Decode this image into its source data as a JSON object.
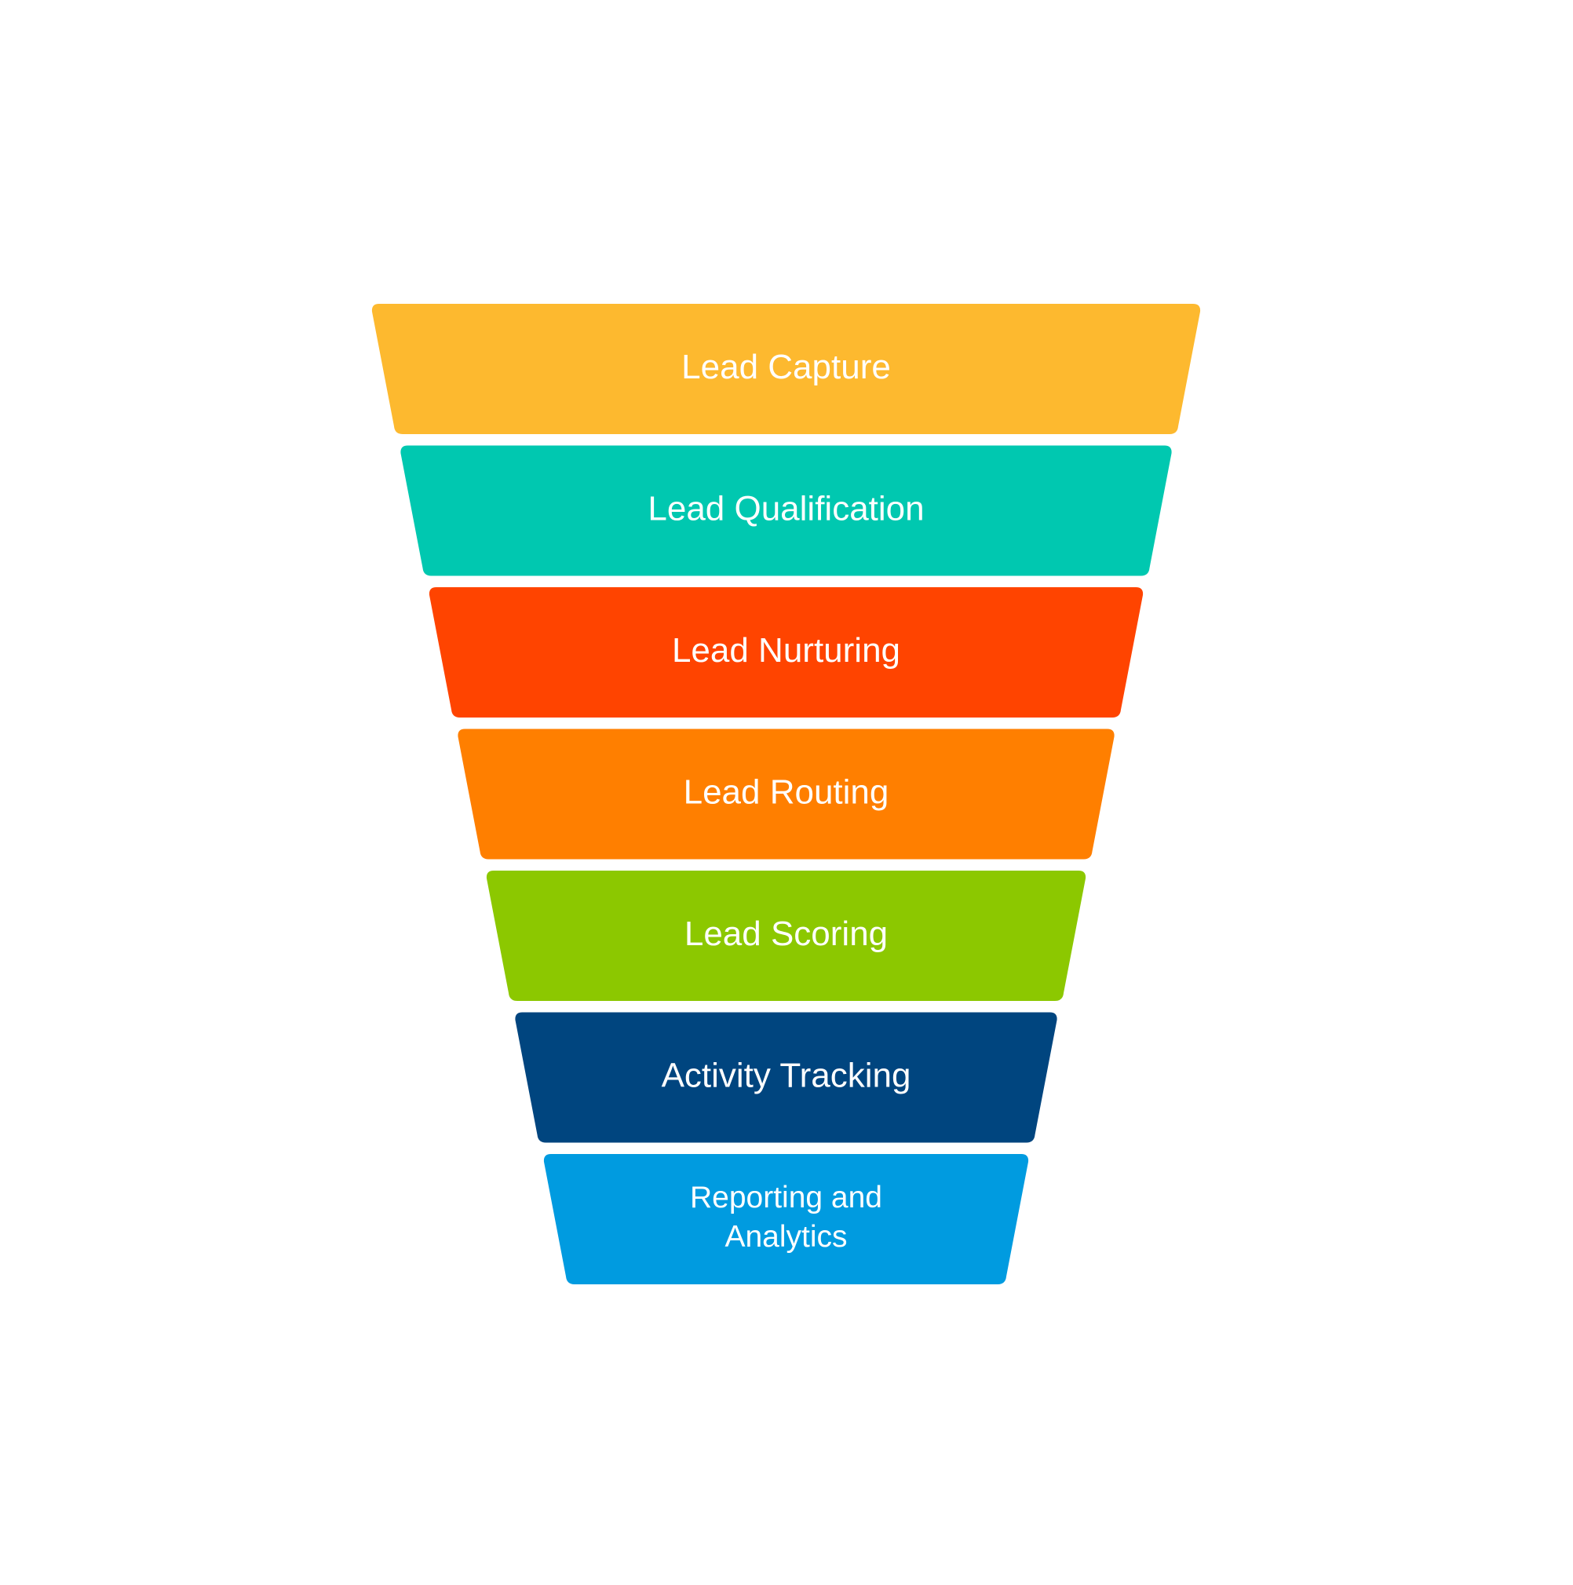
{
  "diagram": {
    "type": "funnel",
    "title": "",
    "text_color": "#FFFFFF",
    "background": "#FFFFFF",
    "stages": [
      {
        "label": "Lead Capture",
        "lines": [
          "Lead Capture"
        ],
        "color": "#FDB92F"
      },
      {
        "label": "Lead Qualification",
        "lines": [
          "Lead Qualification"
        ],
        "color": "#00C8B0"
      },
      {
        "label": "Lead Nurturing",
        "lines": [
          "Lead Nurturing"
        ],
        "color": "#FF4400"
      },
      {
        "label": "Lead Routing",
        "lines": [
          "Lead Routing"
        ],
        "color": "#FF7F00"
      },
      {
        "label": "Lead Scoring",
        "lines": [
          "Lead Scoring"
        ],
        "color": "#8CC800"
      },
      {
        "label": "Activity Tracking",
        "lines": [
          "Activity Tracking"
        ],
        "color": "#00457F"
      },
      {
        "label": "Reporting and Analytics",
        "lines": [
          "Reporting and",
          "Analytics"
        ],
        "color": "#009BE0"
      }
    ]
  }
}
